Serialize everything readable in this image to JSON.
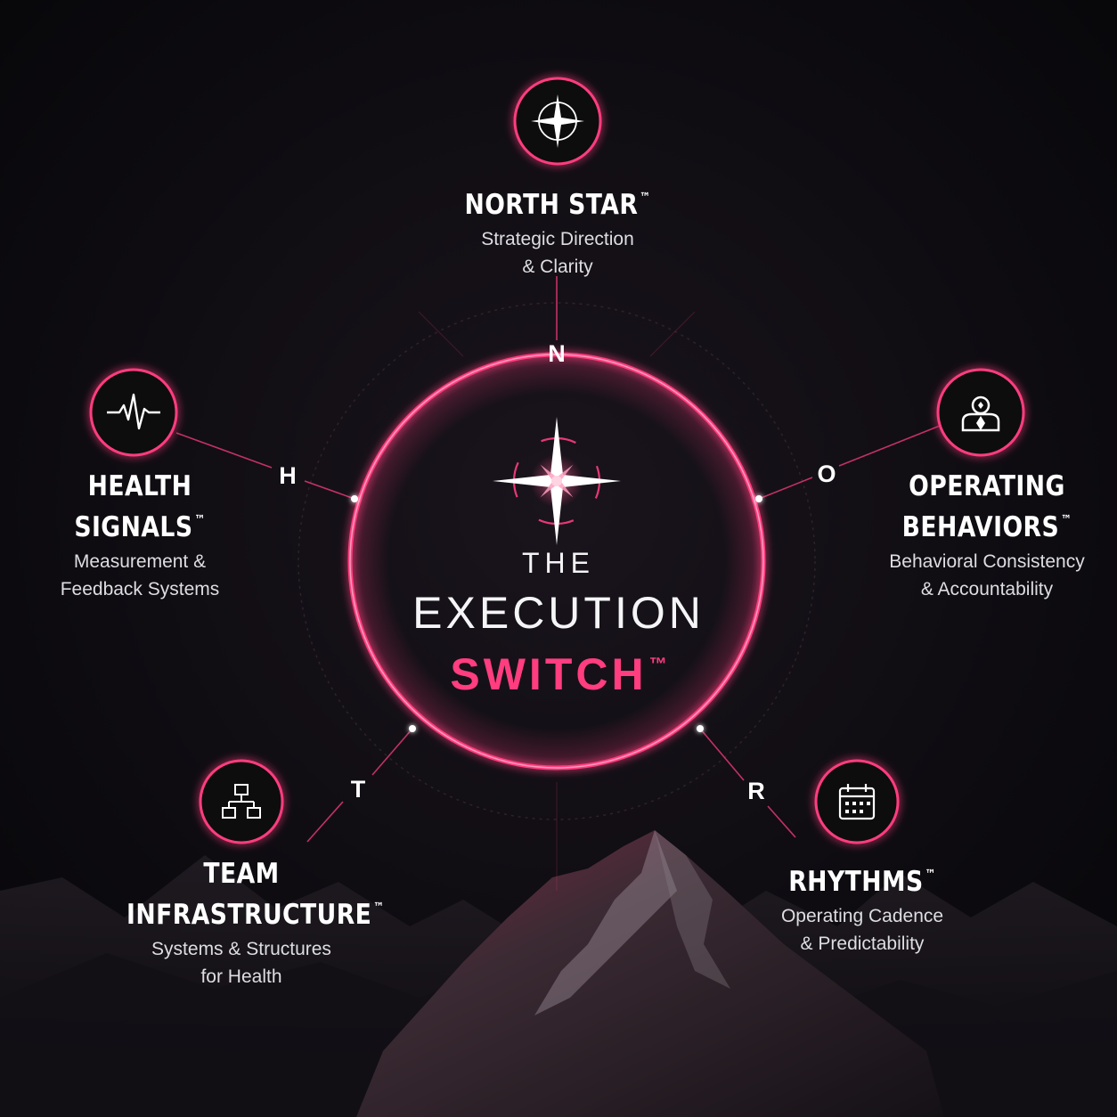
{
  "colors": {
    "accent": "#ff3d7f",
    "background": "#0b0a0e",
    "text": "#ffffff"
  },
  "center": {
    "line1": "THE",
    "line2": "EXECUTION",
    "line3": "SWITCH",
    "mark": "™",
    "icon": "compass-star-icon"
  },
  "nodes": [
    {
      "key": "north",
      "letter": "N",
      "title": "NORTH STAR",
      "tm": "™",
      "sub1": "Strategic Direction",
      "sub2": "& Clarity",
      "icon": "compass-star-icon"
    },
    {
      "key": "operating",
      "letter": "O",
      "title1": "OPERATING",
      "title2": "BEHAVIORS",
      "tm": "™",
      "sub1": "Behavioral Consistency",
      "sub2": "& Accountability",
      "icon": "person-target-icon"
    },
    {
      "key": "rhythms",
      "letter": "R",
      "title": "RHYTHMS",
      "tm": "™",
      "sub1": "Operating Cadence",
      "sub2": "& Predictability",
      "icon": "calendar-icon"
    },
    {
      "key": "team",
      "letter": "T",
      "title1": "TEAM",
      "title2": "INFRASTRUCTURE",
      "tm": "™",
      "sub1": "Systems & Structures",
      "sub2": "for Health",
      "icon": "org-chart-icon"
    },
    {
      "key": "health",
      "letter": "H",
      "title1": "HEALTH",
      "title2": "SIGNALS",
      "tm": "™",
      "sub1": "Measurement &",
      "sub2": "Feedback Systems",
      "icon": "pulse-icon"
    }
  ]
}
